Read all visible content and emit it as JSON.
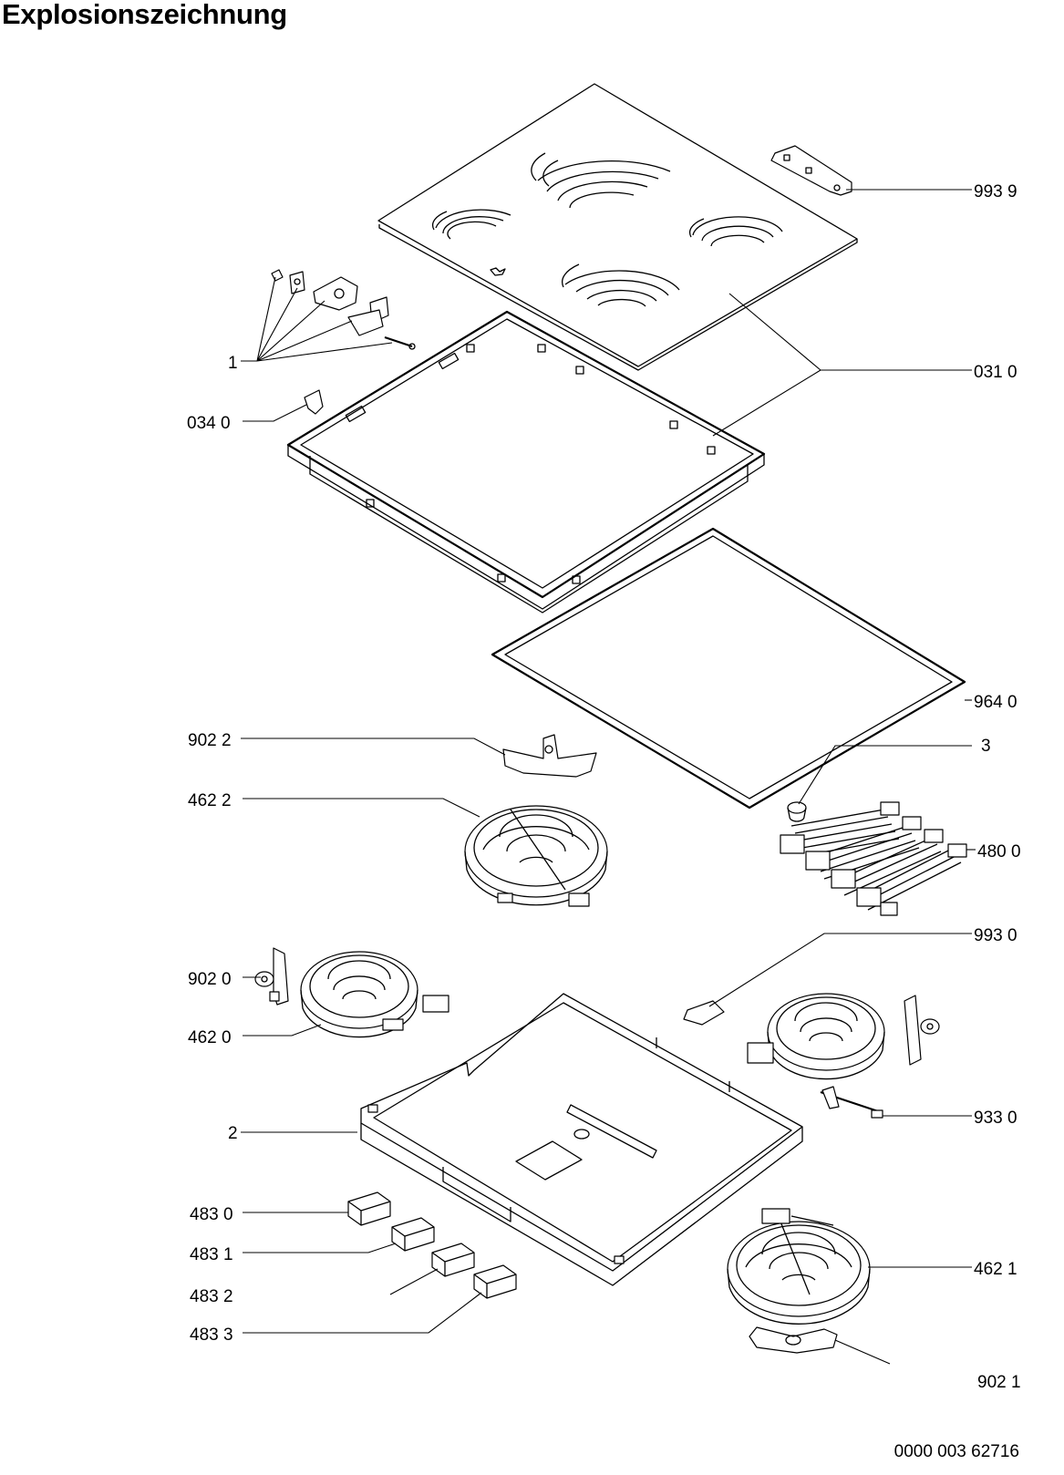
{
  "title": "Explosionszeichnung",
  "doc_number": "0000 003 62716",
  "labels": {
    "l_9939": "993 9",
    "l_0310": "031 0",
    "l_1": "1",
    "l_0340": "034 0",
    "l_9640": "964 0",
    "l_9022": "902 2",
    "l_3": "3",
    "l_4622": "462 2",
    "l_4800": "480 0",
    "l_9930": "993 0",
    "l_9020": "902 0",
    "l_4620": "462 0",
    "l_9330": "933 0",
    "l_2": "2",
    "l_4830": "483 0",
    "l_4831": "483 1",
    "l_4832": "483 2",
    "l_4833": "483 3",
    "l_4621": "462 1",
    "l_9021": "902 1"
  }
}
